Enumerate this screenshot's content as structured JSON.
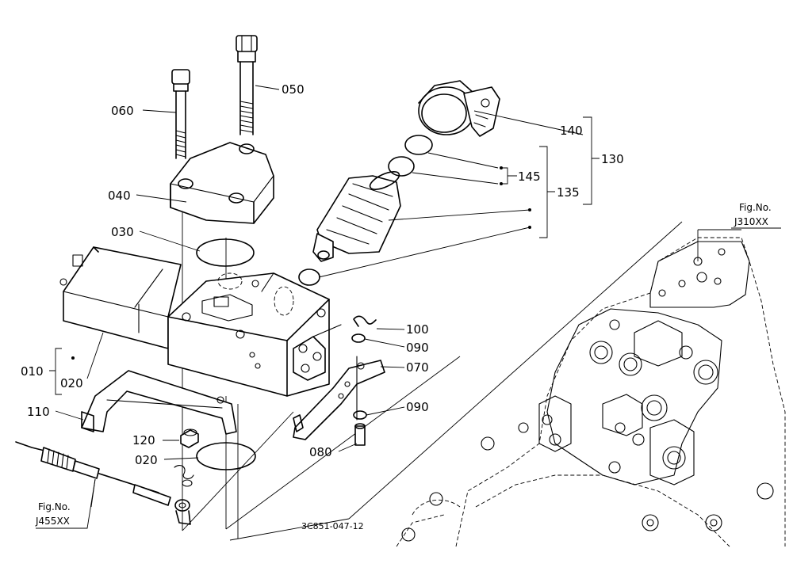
{
  "labels": {
    "p010": "010",
    "p020a": "020",
    "p020b": "020",
    "p030": "030",
    "p040": "040",
    "p050": "050",
    "p060": "060",
    "p070": "070",
    "p080": "080",
    "p090a": "090",
    "p090b": "090",
    "p100": "100",
    "p110": "110",
    "p120": "120",
    "p130": "130",
    "p135": "135",
    "p140": "140",
    "p145": "145"
  },
  "references": {
    "fig_label_right": "Fig.No.",
    "fig_code_right": "J310XX",
    "fig_label_left": "Fig.No.",
    "fig_code_left": "J455XX"
  },
  "drawing_code": "3C851-047-12"
}
